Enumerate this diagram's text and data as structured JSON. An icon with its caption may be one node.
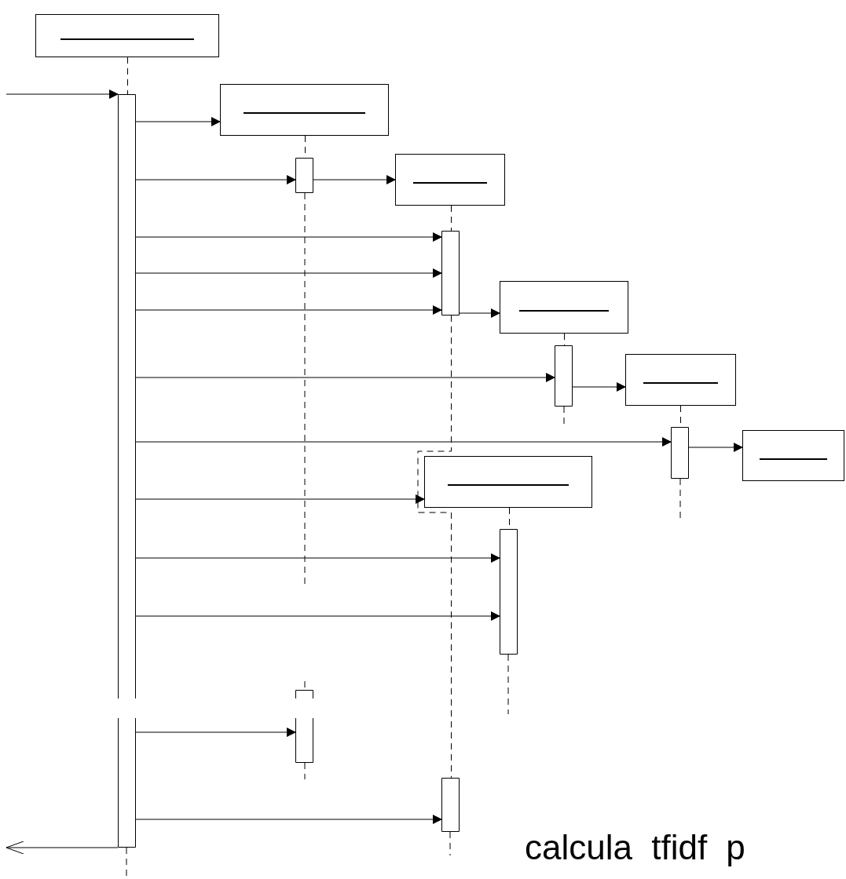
{
  "diagram": {
    "nodes": [
      {
        "text": [],
        "shape": "box"
      },
      {
        "text": [],
        "shape": "box"
      },
      {
        "text": [],
        "shape": "bar"
      },
      {
        "text": [],
        "shape": "box"
      },
      {
        "text": [],
        "shape": "bar"
      },
      {
        "text": [],
        "shape": "bar"
      },
      {
        "text": [],
        "shape": "box"
      },
      {
        "text": [],
        "shape": "bar"
      },
      {
        "text": [],
        "shape": "box"
      },
      {
        "text": [],
        "shape": "bar"
      },
      {
        "text": [],
        "shape": "box"
      },
      {
        "text": [],
        "shape": "box"
      },
      {
        "text": [],
        "shape": "bar"
      },
      {
        "text": [],
        "shape": "bar"
      },
      {
        "text": [],
        "shape": "bar"
      }
    ],
    "edges": [
      {
        "from": null,
        "to": 2,
        "arrow": "to"
      },
      {
        "from": 2,
        "to": 1,
        "arrow": "to"
      },
      {
        "from": 2,
        "to": 4,
        "arrow": "to"
      },
      {
        "from": 4,
        "to": 3,
        "arrow": "to"
      },
      {
        "from": 2,
        "to": 5,
        "arrow": "to"
      },
      {
        "from": 2,
        "to": 5,
        "arrow": "to"
      },
      {
        "from": 2,
        "to": 5,
        "arrow": "to"
      },
      {
        "from": 5,
        "to": 6,
        "arrow": "to"
      },
      {
        "from": 2,
        "to": 7,
        "arrow": "to"
      },
      {
        "from": 7,
        "to": 8,
        "arrow": "to"
      },
      {
        "from": 2,
        "to": 9,
        "arrow": "to"
      },
      {
        "from": 9,
        "to": 10,
        "arrow": "to"
      },
      {
        "from": 2,
        "to": 11,
        "arrow": "to"
      },
      {
        "from": 2,
        "to": 12,
        "arrow": "to"
      },
      {
        "from": 2,
        "to": 12,
        "arrow": "to"
      },
      {
        "from": 2,
        "to": 13,
        "arrow": "to"
      },
      {
        "from": 2,
        "to": 14,
        "arrow": "to"
      },
      {
        "from": 2,
        "to": null,
        "arrow": "to"
      },
      {
        "from": 0,
        "to": 2,
        "arrow": "none",
        "style": "dashed"
      },
      {
        "from": 1,
        "to": 4,
        "arrow": "none",
        "style": "dashed"
      },
      {
        "from": 3,
        "to": 5,
        "arrow": "none",
        "style": "dashed"
      },
      {
        "from": 5,
        "to": 14,
        "arrow": "none",
        "style": "dashed"
      },
      {
        "from": 6,
        "to": 7,
        "arrow": "none",
        "style": "dashed"
      },
      {
        "from": 8,
        "to": 9,
        "arrow": "none",
        "style": "dashed"
      },
      {
        "from": 11,
        "to": 12,
        "arrow": "none",
        "style": "dashed"
      }
    ],
    "labels": [
      "calcula tfidf p"
    ]
  }
}
